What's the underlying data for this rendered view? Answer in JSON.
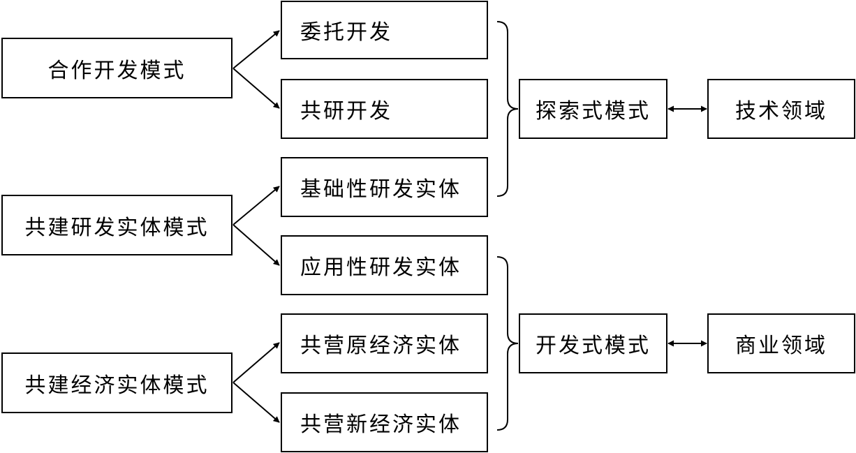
{
  "modes": {
    "cooperative_dev": "合作开发模式",
    "joint_rd_entity": "共建研发实体模式",
    "joint_econ_entity": "共建经济实体模式"
  },
  "forms": {
    "commissioned_dev": "委托开发",
    "joint_research_dev": "共研开发",
    "basic_rd_entity": "基础性研发实体",
    "applied_rd_entity": "应用性研发实体",
    "co_operated_original_entity": "共营原经济实体",
    "co_operated_new_entity": "共营新经济实体"
  },
  "types": {
    "exploratory": "探索式模式",
    "developmental": "开发式模式"
  },
  "fields": {
    "technology": "技术领域",
    "commercial": "商业领域"
  }
}
